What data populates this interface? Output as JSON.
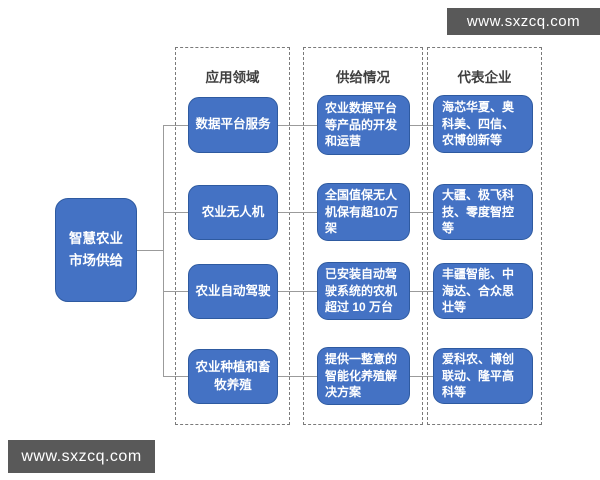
{
  "watermarks": {
    "top_right": "www.sxzcq.com",
    "bottom_left": "www.sxzcq.com"
  },
  "root_node": {
    "line1": "智慧农业",
    "line2": "市场供给"
  },
  "column_headers": {
    "applications": "应用领域",
    "supply": "供给情况",
    "companies": "代表企业"
  },
  "rows": [
    {
      "application": "数据平台服务",
      "supply": "农业数据平台等产品的开发和运营",
      "companies": "海芯华夏、奥科美、四信、农博创新等"
    },
    {
      "application": "农业无人机",
      "supply": "全国值保无人机保有超10万架",
      "companies": "大疆、极飞科技、零度智控等"
    },
    {
      "application": "农业自动驾驶",
      "supply": "已安装自动驾驶系统的农机超过 10 万台",
      "companies": "丰疆智能、中海达、合众思壮等"
    },
    {
      "application": "农业种植和畜牧养殖",
      "supply": "提供一整意的智能化养殖解决方案",
      "companies": "爱科农、博创联动、隆平高科等"
    }
  ],
  "colors": {
    "node_fill": "#4472c4",
    "node_border": "#2e5aa0",
    "node_text": "#ffffff",
    "watermark_bg": "#595959",
    "watermark_text": "#ffffff",
    "connector_line": "#9b9b9b",
    "dashed_border": "#7a7a7a",
    "header_text": "#3f3f3f",
    "background": "#ffffff"
  }
}
